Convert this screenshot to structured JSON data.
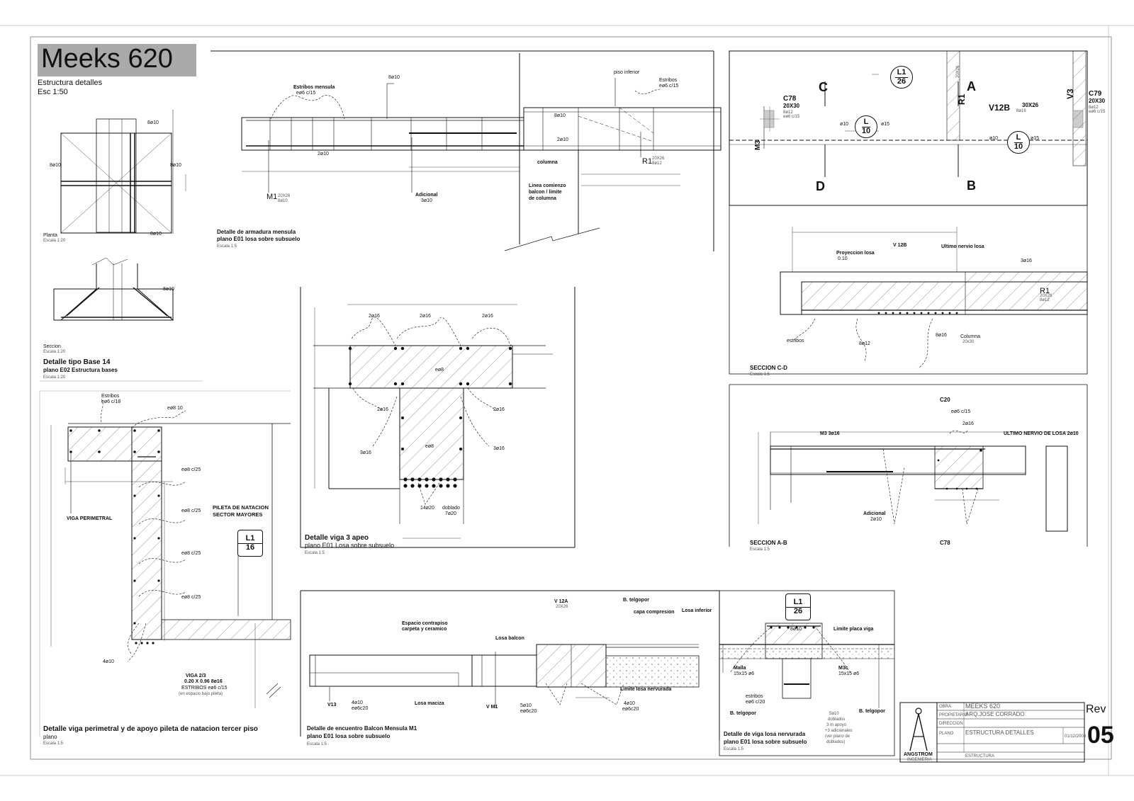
{
  "project": {
    "name": "Meeks 620",
    "subtitle": "Estructura detalles",
    "scale": "Esc 1:50"
  },
  "base14": {
    "plan_label": "Planta",
    "plan_scale": "Escala 1:20",
    "section_label": "Seccion",
    "section_scale": "Escala 1:20",
    "title": "Detalle tipo Base 14",
    "subtitle": "plano E02 Estructura bases",
    "scale": "Escala 1:20",
    "bar_a": "8ø10",
    "bar_b": "8ø10",
    "bar_c": "8ø10",
    "bar_d": "8ø10",
    "bar_e": "8ø10"
  },
  "mensula": {
    "estribos": "Estribos mensula",
    "estribos_spec": "eø6 c/15",
    "top_bar": "8ø10",
    "piso": "piso inferior",
    "estribos2": "Estribos",
    "estribos2_spec": "eø6 c/15",
    "bot_bar": "2ø10",
    "right_bar_a": "8ø10",
    "right_bar_b": "2ø10",
    "columna": "columna",
    "linea": "Linea comienzo",
    "linea2": "balcon / limite",
    "linea3": "de columna",
    "adicional": "Adicional",
    "adicional_spec": "3ø10",
    "m1": "M1",
    "m1_spec": "20X26 8ø10",
    "r1": "R1",
    "r1_spec": "20X26 8ø12",
    "title": "Detalle de armadura mensula",
    "subtitle": "plano E01 losa sobre subsuelo",
    "scale": "Escala 1:5"
  },
  "plan": {
    "c78": "C78",
    "c78_dim": "20X30",
    "c78_bars": "8ø12",
    "c78_stir": "eø6 c/15",
    "c": "C",
    "d": "D",
    "a": "A",
    "b": "B",
    "m3": "M3",
    "r1": "R1",
    "r1_dim": "20X26",
    "v12b": "V12B",
    "v12b_dim": "30X26",
    "v12b_bars": "8ø16",
    "v3": "V3",
    "c79": "C79",
    "c79_dim": "20X30",
    "c79_bars": "8ø12",
    "c79_stir": "eø6 c/15",
    "l1_26_top": "L1",
    "l1_26_bot": "26",
    "l10_top": "L",
    "l10_bot": "10",
    "l10b_top": "L",
    "l10b_bot": "10",
    "phi_a": "ø10",
    "phi_b": "ø15",
    "phi_c": "ø10",
    "phi_d": "ø15"
  },
  "seccion_cd": {
    "title": "SECCION C-D",
    "scale": "Escala 1:5",
    "proyeccion": "Proyeccion losa",
    "proyeccion2": "0.10",
    "v12b": "V 12B",
    "ultimo": "Ultimo nervio losa",
    "r1": "R1",
    "r1_dim": "20X26",
    "r1_bars": "8ø12",
    "columna": "Columna",
    "columna_dim": "20x30",
    "bar_a": "3ø16",
    "bar_b": "8ø12",
    "bar_c": "8ø16",
    "estribos": "estribos"
  },
  "seccion_ab": {
    "c20": "C20",
    "stir": "eø6 c/15",
    "bars": "2ø16",
    "m3": "M3 3ø16",
    "ultimo": "ULTIMO NERVIO DE LOSA 2ø10",
    "adicional": "Adicional",
    "adicional_spec": "2ø10",
    "c78": "C78",
    "title": "SECCION A-B",
    "scale": "Escala 1:5"
  },
  "viga3": {
    "top_a": "2ø16",
    "top_b": "2ø16",
    "top_c": "2ø16",
    "mid_a": "2ø16",
    "mid_b": "2ø16",
    "stir_a": "eø8",
    "side_a": "3ø16",
    "side_b": "3ø16",
    "stir_b": "eø8",
    "bottom": "14ø20",
    "doblado": "doblado",
    "doblado_spec": "7ø20",
    "title": "Detalle viga 3 apeo",
    "subtitle": "plano E01 Losa sobre subsuelo",
    "scale": "Escala 1:5"
  },
  "perimetral": {
    "estribos": "Estribos",
    "estribos_spec": "eø6 c/18",
    "top": "eø8 10",
    "stir_a": "eø8 c/25",
    "stir_b": "eø8 c/25",
    "stir_c": "eø8 c/25",
    "stir_d": "eø8 c/25",
    "viga": "VIGA PERIMETRAL",
    "pileta": "PILETA DE NATACION",
    "pileta2": "SECTOR MAYORES",
    "l1": "L1",
    "l16": "16",
    "bottom": "4ø10",
    "viga23": "VIGA 2/3",
    "viga23_dim": "0.20 X 0.96  8ø16",
    "viga23_stir": "ESTRIBOS  eø6 c/15",
    "viga23_note": "(en espacio bajo pileta)",
    "title": "Detalle viga perimetral y de apoyo pileta de natacion tercer piso",
    "subtitle": "plano",
    "scale": "Escala 1:5"
  },
  "balcon": {
    "espacio": "Espacio contrapiso",
    "espacio2": "carpeta y ceramico",
    "losa_balcon": "Losa balcon",
    "v12a": "V 12A",
    "v12a_dim": "20X26",
    "telgopor": "B. telgopor",
    "capa": "capa compresion",
    "losa_inf": "Losa inferior",
    "v13": "V13",
    "v13_bars": "4ø10",
    "v13_stir": "eø6c20",
    "losa_maciza": "Losa maciza",
    "vm1": "V M1",
    "vm1_bars": "5ø10",
    "vm1_stir": "eø6c20",
    "limite": "Limite losa nervurada",
    "bars_c": "4ø10",
    "stir_c": "eø6c20",
    "title": "Detalle de encuentro Balcon Mensula M1",
    "subtitle": "plano E01 losa sobre subsuelo",
    "scale": "Escala 1:5"
  },
  "nervurada": {
    "l1": "L1",
    "l26": "26",
    "bars": "8ø10",
    "limite": "Limite placa viga",
    "malla": "Malla",
    "malla_spec": "15x15 ø6",
    "m3c": "M3c",
    "m3c_spec": "15x15 ø6",
    "estribos": "estribos",
    "estribos_spec": "eø6 c/20",
    "telgopor_a": "B. telgopor",
    "telgopor_b": "B. telgopor",
    "note1": "5ø10",
    "note2": "doblados",
    "note3": "3 m apoyo",
    "note4": "+3 adicionales",
    "note5": "(ver plano de",
    "note6": "doblados)",
    "title": "Detalle de viga losa nervurada",
    "subtitle": "plano E01 losa sobre subsuelo",
    "scale": "Escala 1:5"
  },
  "titleblock": {
    "firm": "ANGSTROM",
    "firm_sub": "INGENIERIA",
    "row1_key": "OBRA",
    "row1_val": "MEEKS 620",
    "row2_key": "PROPIETARIO",
    "row2_val": "ARQ.JOSE CORRADO",
    "row3_key": "DIRECCION",
    "row4_key": "PLANO",
    "row4_val": "ESTRUCTURA DETALLES",
    "date": "01/12/2008",
    "rev_label": "Rev",
    "rev_num": "05",
    "row5_val": "ESTRUCTURA"
  }
}
